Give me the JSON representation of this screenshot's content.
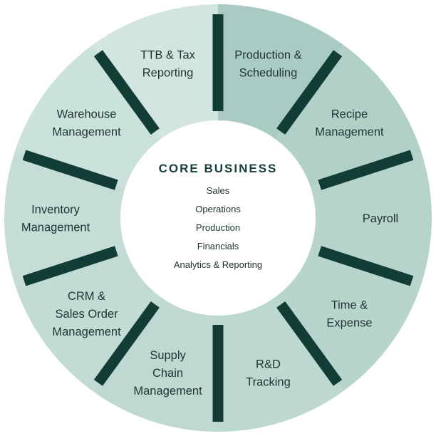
{
  "colors": {
    "divider": "#123d36",
    "hub": "#ffffff",
    "text": "#1f3330"
  },
  "core": {
    "title": "CORE BUSINESS",
    "items": [
      "Sales",
      "Operations",
      "Production",
      "Financials",
      "Analytics & Reporting"
    ]
  },
  "segments": [
    {
      "lines": [
        "Production &",
        "Scheduling"
      ],
      "color": "#a9cbc3"
    },
    {
      "lines": [
        "Recipe",
        "Management"
      ],
      "color": "#b1d0c8"
    },
    {
      "lines": [
        "Payroll"
      ],
      "color": "#b6d4cc"
    },
    {
      "lines": [
        "Time &",
        "Expense"
      ],
      "color": "#b8d5cd"
    },
    {
      "lines": [
        "R&D",
        "Tracking"
      ],
      "color": "#bcd8d0"
    },
    {
      "lines": [
        "Supply",
        "Chain",
        "Management"
      ],
      "color": "#bfd9d2"
    },
    {
      "lines": [
        "CRM &",
        "Sales Order",
        "Management"
      ],
      "color": "#c2dbd4"
    },
    {
      "lines": [
        "Inventory",
        "Management"
      ],
      "color": "#c6ddd7"
    },
    {
      "lines": [
        "Warehouse",
        "Management"
      ],
      "color": "#cbe1db"
    },
    {
      "lines": [
        "TTB & Tax",
        "Reporting"
      ],
      "color": "#d3e5e0"
    }
  ]
}
